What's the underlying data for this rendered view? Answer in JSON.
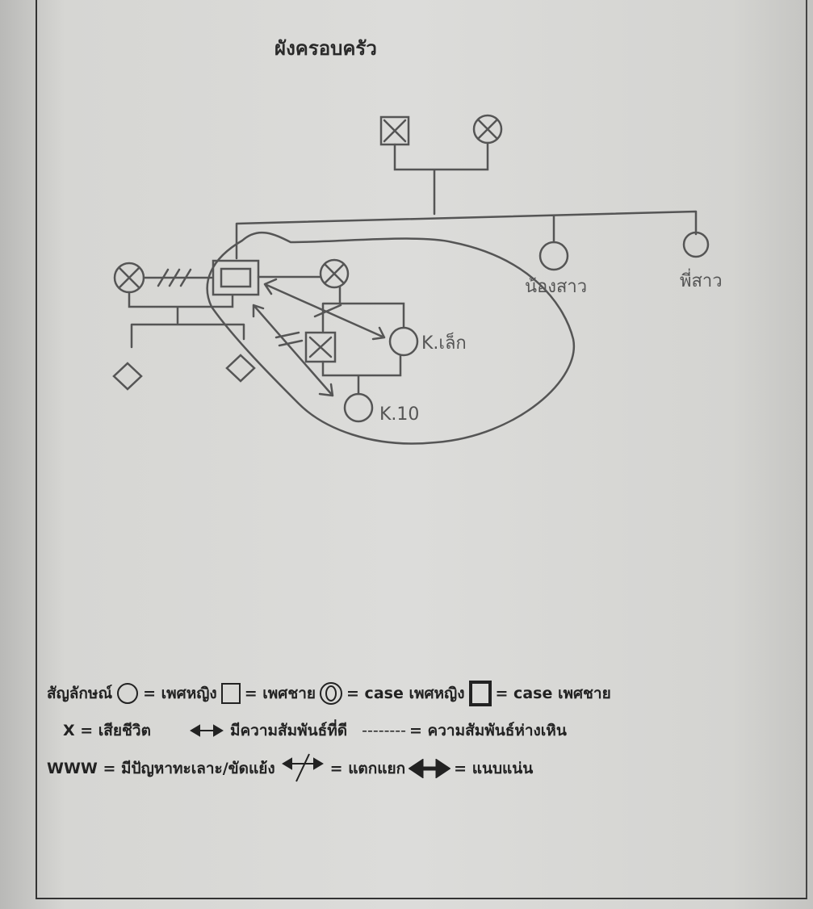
{
  "title": "ผังครอบครัว",
  "diagram": {
    "labels": {
      "younger_sister": "น้องสาว",
      "older_sister": "พี่สาว",
      "child_small": "K.เล็ก",
      "child_10": "K.10"
    }
  },
  "legend": {
    "heading": "สัญลักษณ์",
    "female": "= เพศหญิง",
    "male": "= เพศชาย",
    "case_female": "= case เพศหญิง",
    "case_male": "= case เพศชาย",
    "deceased": "X = เสียชีวิต",
    "good_relation": "มีความสัมพันธ์ที่ดี",
    "distant_line": "--------",
    "distant_relation": "= ความสัมพันธ์ห่างเหิน",
    "conflict": "WWW = มีปัญหาทะเลาะ/ขัดแย้ง",
    "broken": "= แตกแยก",
    "close": "= แนบแน่น"
  }
}
